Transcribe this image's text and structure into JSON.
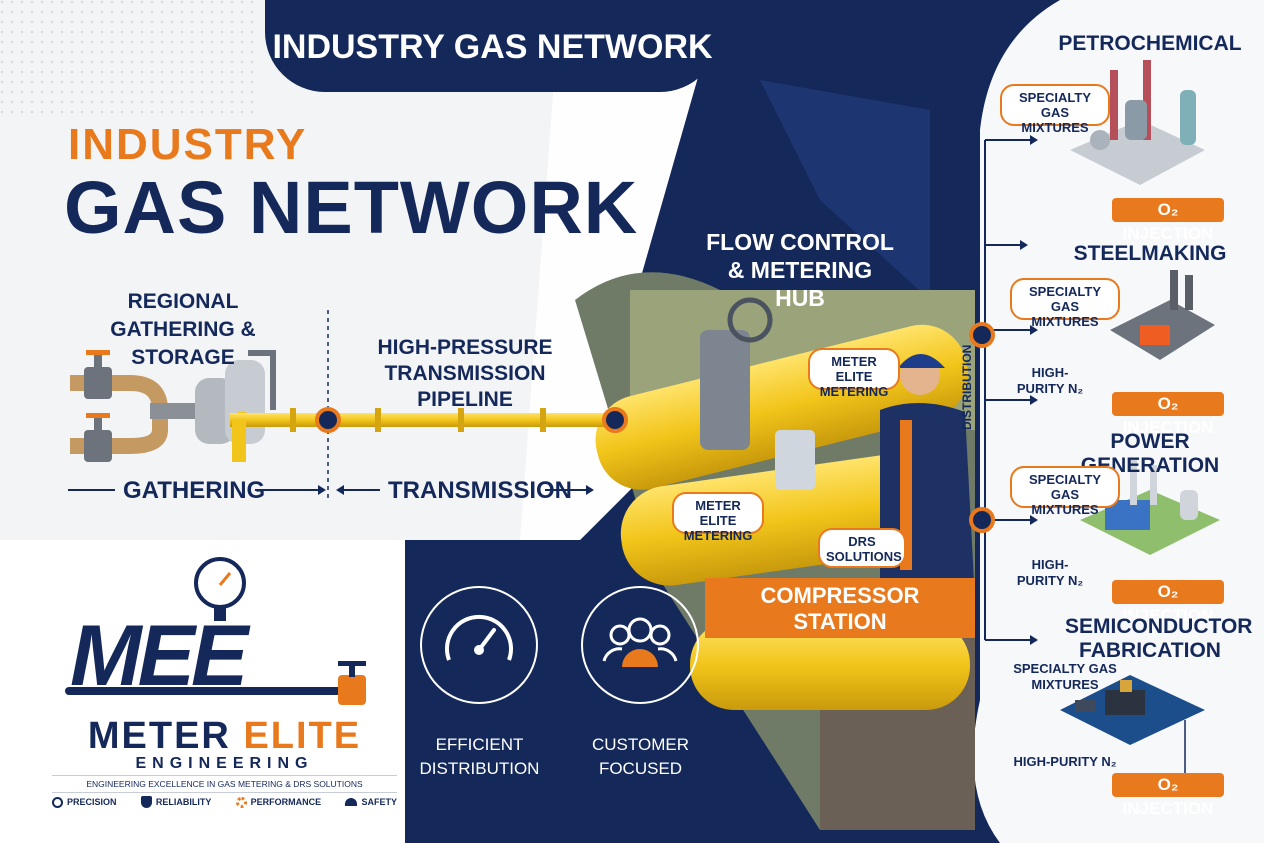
{
  "banner": {
    "title": "INDUSTRY GAS NETWORK"
  },
  "hero": {
    "line1": "INDUSTRY",
    "line2": "GAS NETWORK"
  },
  "stages": {
    "regional": "REGIONAL GATHERING & STORAGE",
    "transmission_pipeline": "HIGH-PRESSURE TRANSMISSION PIPELINE",
    "gathering_arrow": "GATHERING",
    "transmission_arrow": "TRANSMISSION",
    "hub": "FLOW CONTROL & METERING HUB",
    "compressor": "COMPRESSOR STATION"
  },
  "photo_callouts": {
    "meter_top": "METER ELITE METERING",
    "meter_left": "METER ELITE METERING",
    "drs": "DRS SOLUTIONS"
  },
  "distribution_label": "DISTRIBUTION",
  "industries": [
    {
      "title": "PETROCHEMICAL",
      "specialty": "SPECIALTY GAS MIXTURES",
      "injection": "O₂ INJECTION"
    },
    {
      "title": "STEELMAKING",
      "specialty": "SPECIALTY GAS MIXTURES",
      "purity": "HIGH-PURITY N₂",
      "injection": "O₂ INJECTION"
    },
    {
      "title": "POWER GENERATION",
      "specialty": "SPECIALTY GAS MIXTURES",
      "purity": "HIGH-PURITY N₂",
      "injection": "O₂ INJECTION"
    },
    {
      "title": "SEMICONDUCTOR FABRICATION",
      "specialty": "SPECIALTY GAS MIXTURES",
      "purity": "HIGH-PURITY N₂",
      "injection": "O₂ INJECTION"
    }
  ],
  "features": [
    {
      "label": "EFFICIENT DISTRIBUTION",
      "icon": "gauge-icon"
    },
    {
      "label": "CUSTOMER FOCUSED",
      "icon": "people-icon"
    }
  ],
  "brand": {
    "mark": "MEE",
    "name_1": "METER",
    "name_2": "ELITE",
    "sub": "ENGINEERING",
    "tagline": "ENGINEERING EXCELLENCE IN GAS METERING & DRS SOLUTIONS",
    "values": [
      "PRECISION",
      "RELIABILITY",
      "PERFORMANCE",
      "SAFETY"
    ]
  },
  "colors": {
    "navy": "#14285a",
    "orange": "#e8791c",
    "pipe_yellow": "#f2c51a"
  }
}
